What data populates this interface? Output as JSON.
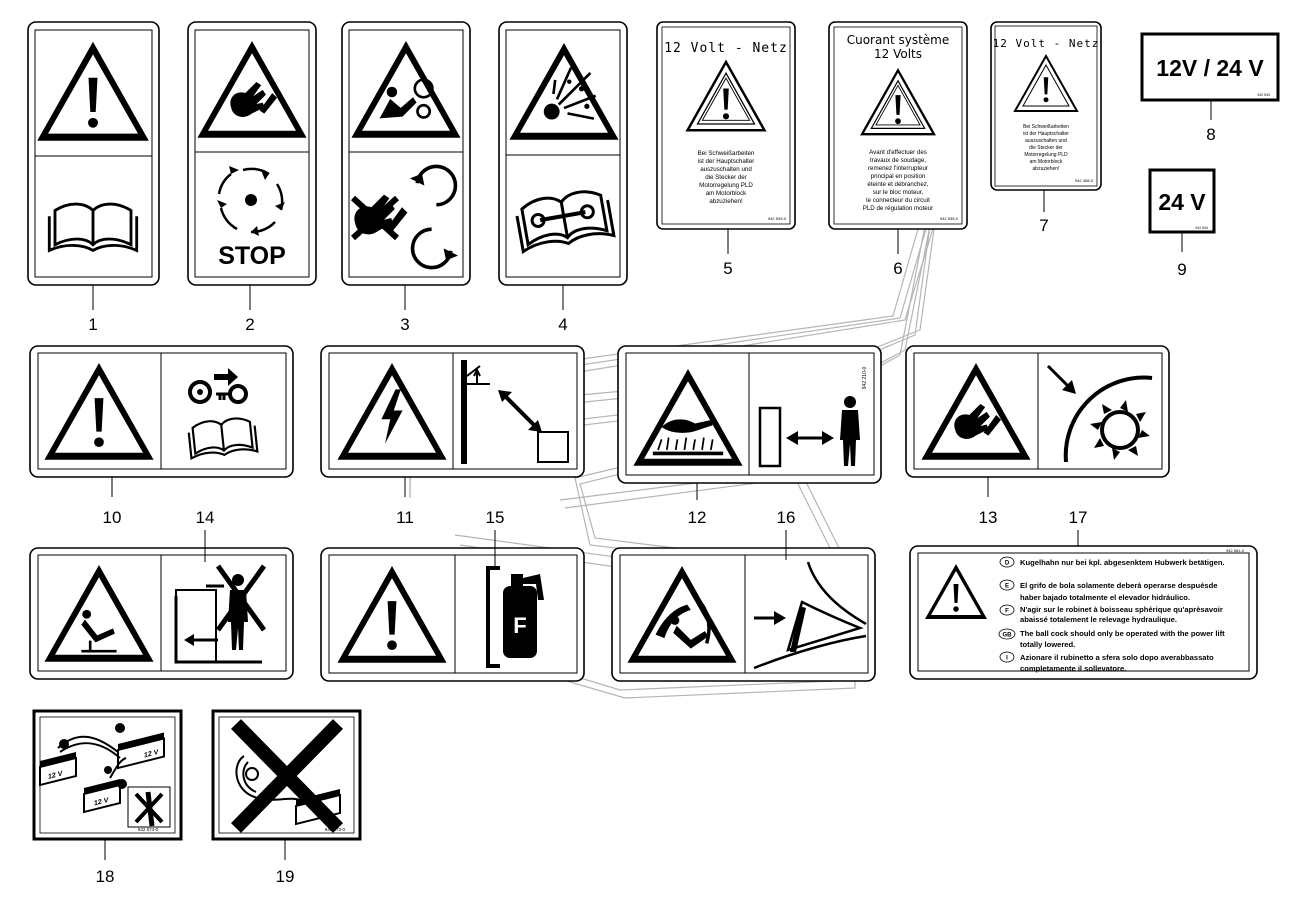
{
  "labels": {
    "d1": {
      "callout": "1"
    },
    "d2": {
      "callout": "2",
      "word": "STOP"
    },
    "d3": {
      "callout": "3"
    },
    "d4": {
      "callout": "4"
    },
    "d5": {
      "callout": "5",
      "title": "12 Volt - Netz",
      "body": [
        "Bei Schweißarbeiten",
        "ist der Hauptschalter",
        "auszuschalten und",
        "die Stecker der",
        "Motorregelung PLD",
        "am Motorblock",
        "abzuziehen!"
      ],
      "code": "942 539-0"
    },
    "d6": {
      "callout": "6",
      "title1": "Cuorant système",
      "title2": "12 Volts",
      "body": [
        "Avant d'effectuer des",
        "travaux de soudage,",
        "remenez l'interrupteur",
        "principal en position",
        "éteinte et débranchez,",
        "sur le bloc moteur,",
        "le connecteur du circuit",
        "PLD de régulation moteur"
      ],
      "code": "942 535-0"
    },
    "d7": {
      "callout": "7",
      "title": "12 Volt - Netz",
      "body": [
        "Bei Schweißarbeiten",
        "ist der Hauptschalter",
        "auszuschalten und",
        "die Stecker der",
        "Motorregelung PLD",
        "am Motorblock",
        "abzuziehen!"
      ],
      "code": "942 458-0"
    },
    "d8": {
      "callout": "8",
      "text": "12V / 24 V",
      "code": "942 543"
    },
    "d9": {
      "callout": "9",
      "text": "24 V",
      "code": "942 544"
    },
    "d10": {
      "callout": "10"
    },
    "d11": {
      "callout": "11"
    },
    "d12": {
      "callout": "12",
      "code": "942 210-0"
    },
    "d13": {
      "callout": "13"
    },
    "d14": {
      "callout": "14"
    },
    "d15": {
      "callout": "15",
      "letter": "F"
    },
    "d16": {
      "callout": "16"
    },
    "d17": {
      "callout": "17",
      "code": "942 581-0",
      "rows": [
        {
          "lang": "D",
          "lines": [
            "Kugelhahn nur bei kpl. abgesenktem Hubwerk betätigen."
          ]
        },
        {
          "lang": "E",
          "lines": [
            "El grifo de bola solamente deberá operarse despuésde",
            "haber bajado totalmente el elevador hidráulico."
          ]
        },
        {
          "lang": "F",
          "lines": [
            "N'agir sur le robinet à boisseau sphérique qu'aprèsavoir",
            "abaissé totalement le relevage hydraulique."
          ]
        },
        {
          "lang": "GB",
          "lines": [
            "The ball cock should only be operated with the power lift",
            "totally lowered."
          ]
        },
        {
          "lang": "I",
          "lines": [
            "Azionare il rubinetto a sfera solo dopo averabbassato",
            "completamente il sollevatore."
          ]
        }
      ]
    },
    "d18": {
      "callout": "18",
      "code": "942 574-0",
      "batt": "12 V"
    },
    "d19": {
      "callout": "19",
      "code": "942 573-0"
    }
  },
  "colors": {
    "ink": "#000000",
    "paper": "#ffffff",
    "frame": "#333333",
    "ghost": "#b0b0b0"
  }
}
